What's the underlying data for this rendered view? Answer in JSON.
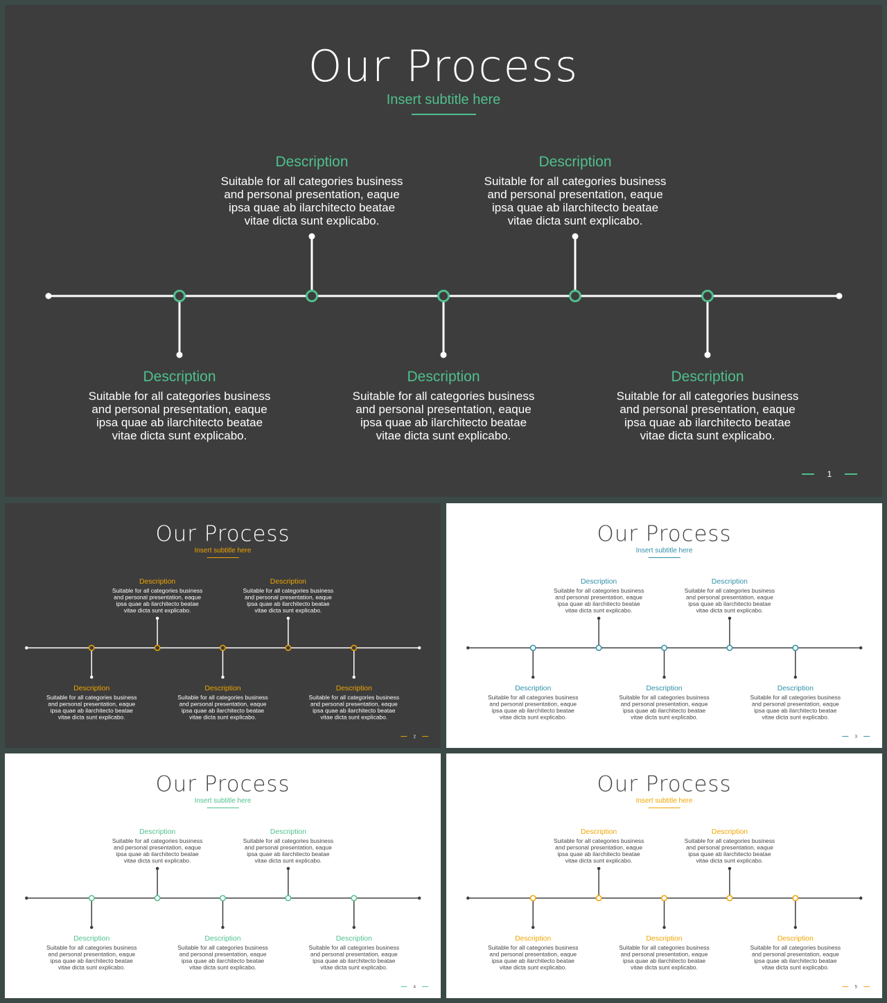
{
  "slides": [
    {
      "title": "Our Process",
      "subtitle": "Insert subtitle here",
      "page": "1",
      "bg": "#3d3d3d",
      "accent": "#4fc08d",
      "line": "#ffffff",
      "text": "#ffffff",
      "titleColor": "#ffffff"
    },
    {
      "title": "Our Process",
      "subtitle": "Insert subtitle here",
      "page": "2",
      "bg": "#3d3d3d",
      "accent": "#f0a500",
      "line": "#ffffff",
      "text": "#ffffff",
      "titleColor": "#ffffff"
    },
    {
      "title": "Our Process",
      "subtitle": "Insert subtitle here",
      "page": "3",
      "bg": "#ffffff",
      "accent": "#2e8fa8",
      "line": "#3d3d3d",
      "text": "#444444",
      "titleColor": "#444444"
    },
    {
      "title": "Our Process",
      "subtitle": "Insert subtitle here",
      "page": "4",
      "bg": "#ffffff",
      "accent": "#4fc08d",
      "line": "#3d3d3d",
      "text": "#444444",
      "titleColor": "#444444"
    },
    {
      "title": "Our Process",
      "subtitle": "Insert subtitle here",
      "page": "5",
      "bg": "#ffffff",
      "accent": "#f0a500",
      "line": "#3d3d3d",
      "text": "#444444",
      "titleColor": "#444444"
    }
  ],
  "steps": [
    {
      "title": "Description",
      "text": "Suitable for all categories business and personal presentation, eaque ipsa quae ab ilarchitecto beatae vitae dicta sunt explicabo.",
      "position": "below"
    },
    {
      "title": "Description",
      "text": "Suitable for all categories business and personal presentation, eaque ipsa quae ab ilarchitecto beatae vitae dicta sunt explicabo.",
      "position": "above"
    },
    {
      "title": "Description",
      "text": "Suitable for all categories business and personal presentation, eaque ipsa quae ab ilarchitecto beatae vitae dicta sunt explicabo.",
      "position": "below"
    },
    {
      "title": "Description",
      "text": "Suitable for all categories business and personal presentation, eaque ipsa quae ab ilarchitecto beatae vitae dicta sunt explicabo.",
      "position": "above"
    },
    {
      "title": "Description",
      "text": "Suitable for all categories business and personal presentation, eaque ipsa quae ab ilarchitecto beatae vitae dicta sunt explicabo.",
      "position": "below"
    }
  ]
}
